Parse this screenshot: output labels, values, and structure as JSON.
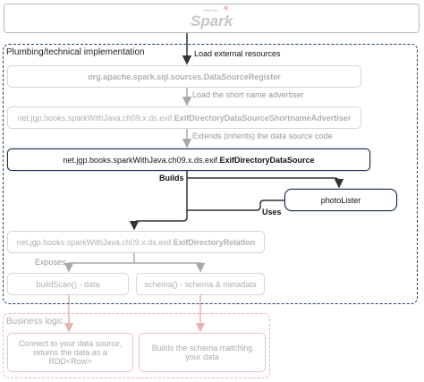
{
  "header": {
    "logo_small": "APACHE",
    "logo_word": "Spark"
  },
  "regions": {
    "plumbing_label": "Plumbing/technical implementation",
    "business_label": "Business logic"
  },
  "connectors": {
    "load_external": "Load external resources",
    "load_short_name": "Load the short name advertiser",
    "extends": "Extends (inherits) the data source code",
    "builds": "Builds",
    "uses": "Uses",
    "exposes": "Exposes"
  },
  "boxes": {
    "registry": "org.apache.spark.sql.sources.DataSourceRegister",
    "advertiser_prefix": "net.jgp.books.sparkWithJava.ch09.x.ds.exif.",
    "advertiser_class": "ExifDirectoryDataSourceShortnameAdvertiser",
    "datasource_prefix": "net.jgp.books.sparkWithJava.ch09.x.ds.exif.",
    "datasource_class": "ExifDirectoryDataSource",
    "relation_prefix": "net.jgp.books.sparkWithJava.ch09.x.ds.exif.",
    "relation_class": "ExifDirectoryRelation",
    "build_scan": "buildScan() - data",
    "schema": "schema() - schema & metadata",
    "photo_lister": "photoLister",
    "connect": "Connect to your data source, returns the data as a RDD<Row>",
    "builds_schema": "Builds the schema matching your data"
  },
  "colors": {
    "plumbing_border": "#1f3f71",
    "business_border": "#e5b5ad",
    "primary_box_border": "#1b2e4f",
    "inactive_box_border": "#d0d6dd",
    "arrow_grey": "#a0a0a0",
    "arrow_dark": "#333333"
  }
}
